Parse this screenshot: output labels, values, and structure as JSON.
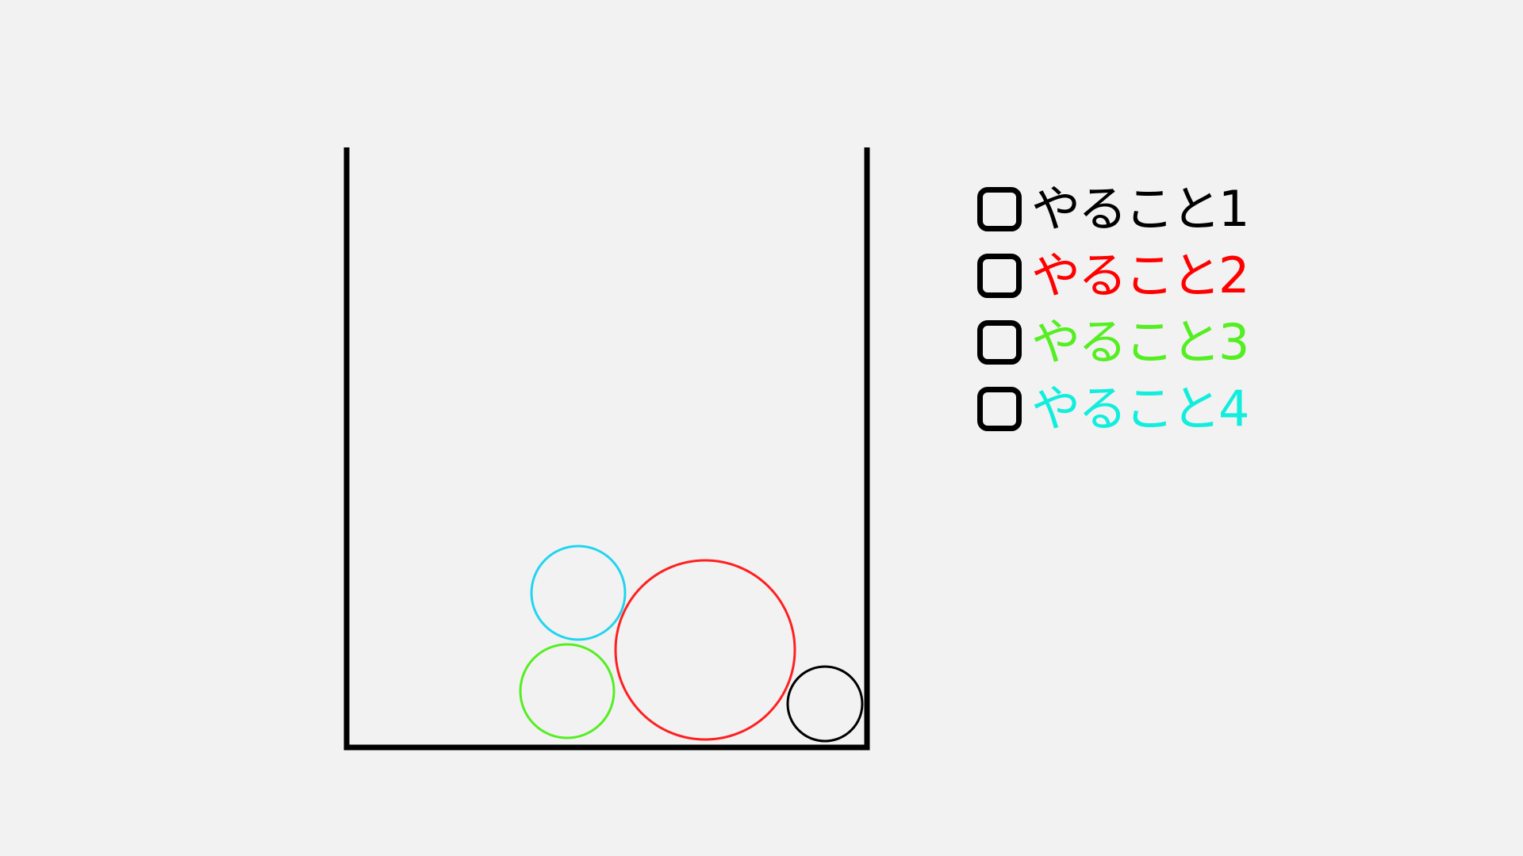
{
  "todos": [
    {
      "label": "やること1",
      "color": "#000000",
      "checked": false
    },
    {
      "label": "やること2",
      "color": "#ff0000",
      "checked": false
    },
    {
      "label": "やること3",
      "color": "#55ee22",
      "checked": false
    },
    {
      "label": "やること4",
      "color": "#11eedd",
      "checked": false
    }
  ],
  "balls": [
    {
      "name": "ball-todo-4",
      "color": "#22d4f0"
    },
    {
      "name": "ball-todo-3",
      "color": "#55ee22"
    },
    {
      "name": "ball-todo-2",
      "color": "#ff2020"
    },
    {
      "name": "ball-todo-1",
      "color": "#000000"
    }
  ],
  "container": {
    "color": "#000000"
  }
}
